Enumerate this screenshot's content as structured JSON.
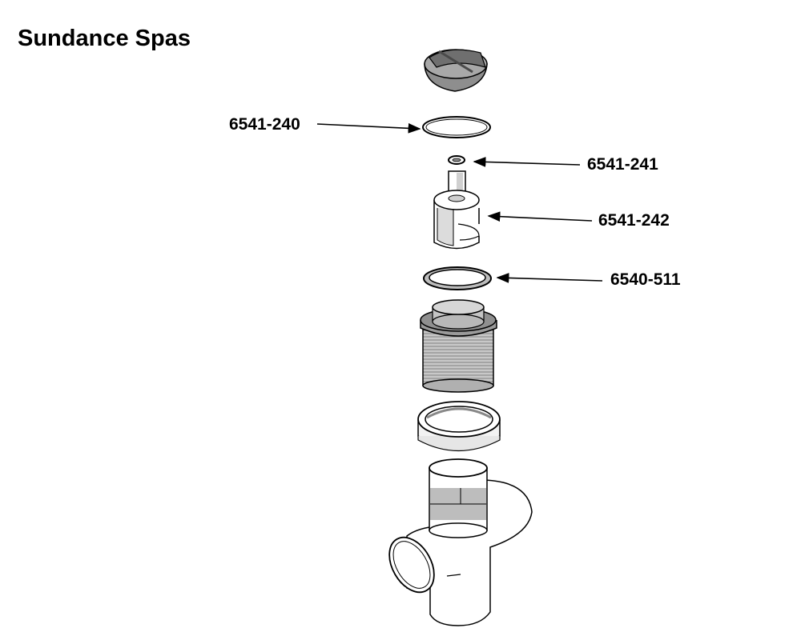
{
  "header": {
    "brand": "Sundance Spas"
  },
  "parts": [
    {
      "part_number": "6541-240",
      "component": "o-ring-large"
    },
    {
      "part_number": "6541-241",
      "component": "o-ring-small"
    },
    {
      "part_number": "6541-242",
      "component": "filter-basket"
    },
    {
      "part_number": "6540-511",
      "component": "gasket"
    }
  ],
  "colors": {
    "line": "#000000",
    "part_fill": "#ffffff",
    "shade": "#bfbfbf",
    "dark_shade": "#8a8a8a"
  }
}
